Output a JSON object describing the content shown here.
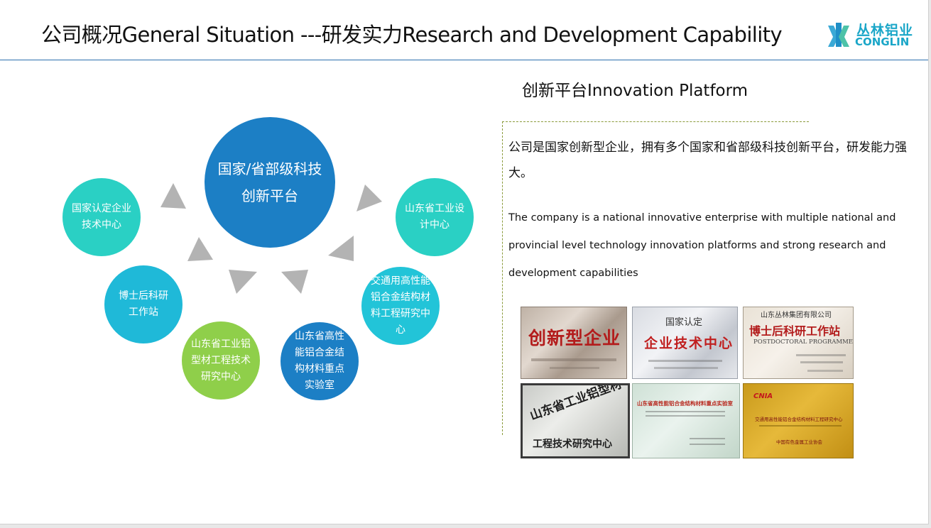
{
  "header": {
    "title": "公司概况General Situation ---研发实力Research and Development Capability",
    "logo_zh": "丛林铝业",
    "logo_en": "CONGLIN"
  },
  "diagram": {
    "center": "国家/省部级科技创新平台",
    "nodes": [
      {
        "label": "国家认定企业技术中心",
        "color": "#2ad0c4"
      },
      {
        "label": "博士后科研工作站",
        "color": "#1fb9d8"
      },
      {
        "label": "山东省工业铝型材工程技术研究中心",
        "color": "#8fcf4a"
      },
      {
        "label": "山东省高性能铝合金结构材料重点实验室",
        "color": "#1c7fc5"
      },
      {
        "label": "交通用高性能铝合金结构材料工程研究中心",
        "color": "#22c4d8"
      },
      {
        "label": "山东省工业设计中心",
        "color": "#2ad0c4"
      }
    ]
  },
  "panel": {
    "title": "创新平台Innovation Platform",
    "description_zh": "公司是国家创新型企业，拥有多个国家和省部级科技创新平台，研发能力强大。",
    "description_en": "The company is a national innovative enterprise with multiple national and provincial level technology innovation platforms and strong research and development capabilities"
  },
  "plaques": {
    "p1": {
      "main": "创新型企业"
    },
    "p2": {
      "top": "国家认定",
      "main": "企业技术中心"
    },
    "p3": {
      "top": "山东丛林集团有限公司",
      "main": "博士后科研工作站",
      "sub": "POSTDOCTORAL PROGRAMME"
    },
    "p4": {
      "main": "山东省工业铝型材",
      "sub": "工程技术研究中心"
    },
    "p5": {
      "main": "山东省高性能铝合金结构材料重点实验室"
    },
    "p6": {
      "logo": "CNIA",
      "main": "交通用高性能铝合金结构材料工程研究中心",
      "sub": "中国有色金属工业协会"
    }
  },
  "colors": {
    "accent": "#2c6fae",
    "arrow": "#b3b3b3"
  }
}
